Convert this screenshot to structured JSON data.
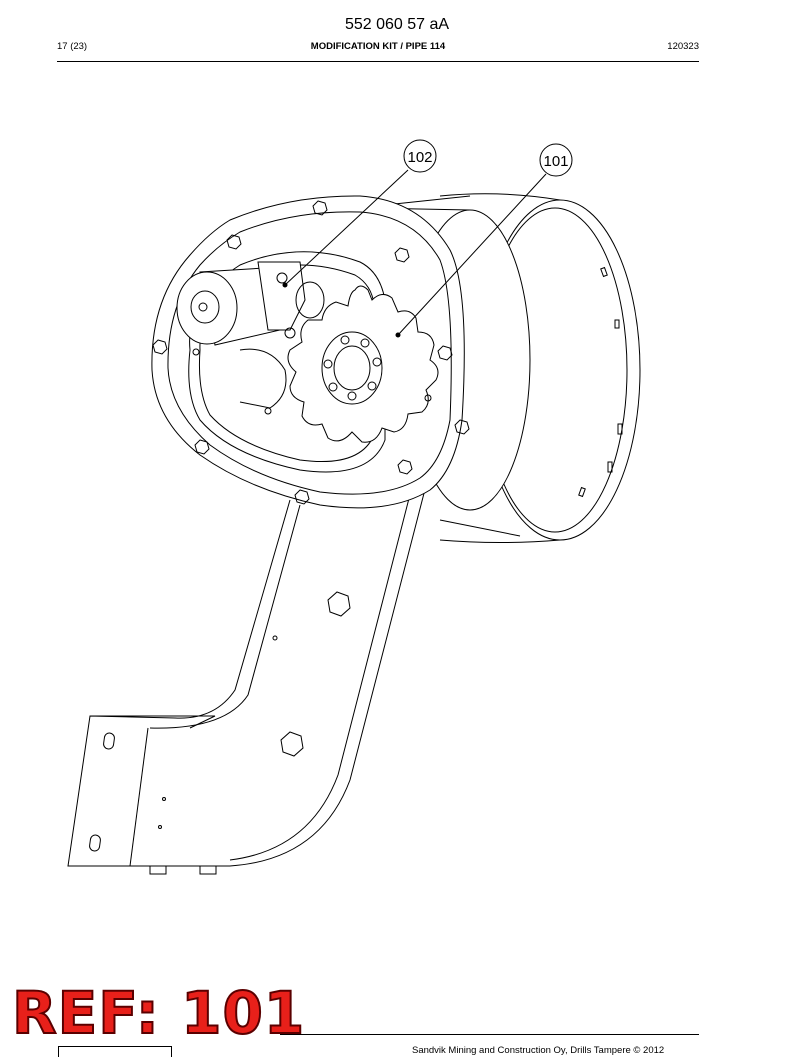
{
  "header": {
    "doc_number": "552 060 57 aA",
    "page": "17 (23)",
    "title": "MODIFICATION KIT / PIPE 114",
    "date": "120323"
  },
  "callouts": [
    {
      "label": "102"
    },
    {
      "label": "101"
    }
  ],
  "stamp": {
    "text": "REF: 101",
    "color": "#e8201a"
  },
  "footer": {
    "text": "Sandvik Mining and Construction Oy, Drills Tampere © 2012"
  }
}
